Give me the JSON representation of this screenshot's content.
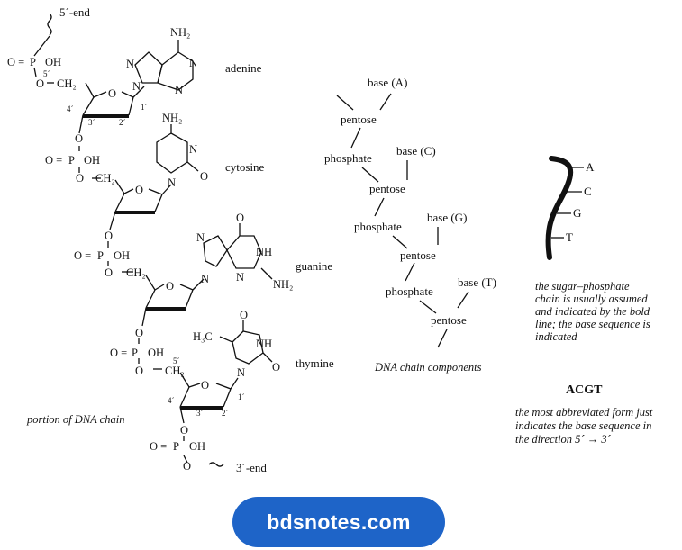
{
  "strand": {
    "five_end": "5´-end",
    "three_end": "3´-end",
    "caption": "portion of DNA chain",
    "bases": [
      "adenine",
      "cytosine",
      "guanine",
      "thymine"
    ],
    "atoms": {
      "O": "O",
      "P": "P",
      "OH": "OH",
      "CH2": "CH₂",
      "N": "N",
      "NH2": "NH₂",
      "NH": "NH",
      "H3C": "H₃C",
      "eq": "O ="
    },
    "primes": {
      "p5": "5´",
      "p4": "4´",
      "p3": "3´",
      "p2": "2´",
      "p1": "1´"
    }
  },
  "components": {
    "caption": "DNA chain components",
    "pentose": "pentose",
    "phosphate": "phosphate",
    "bases": [
      "base (A)",
      "base (C)",
      "base (G)",
      "base (T)"
    ]
  },
  "bold_line": {
    "letters": [
      "A",
      "C",
      "G",
      "T"
    ],
    "caption": [
      "the sugar–phosphate",
      "chain is usually assumed",
      "and indicated by the bold",
      "line; the base sequence is",
      "indicated"
    ]
  },
  "abbrev": {
    "sequence": "ACGT",
    "caption": [
      "the most abbreviated form just",
      "indicates the base sequence in",
      "the direction 5´ → 3´"
    ]
  },
  "watermark": "bdsnotes.com"
}
